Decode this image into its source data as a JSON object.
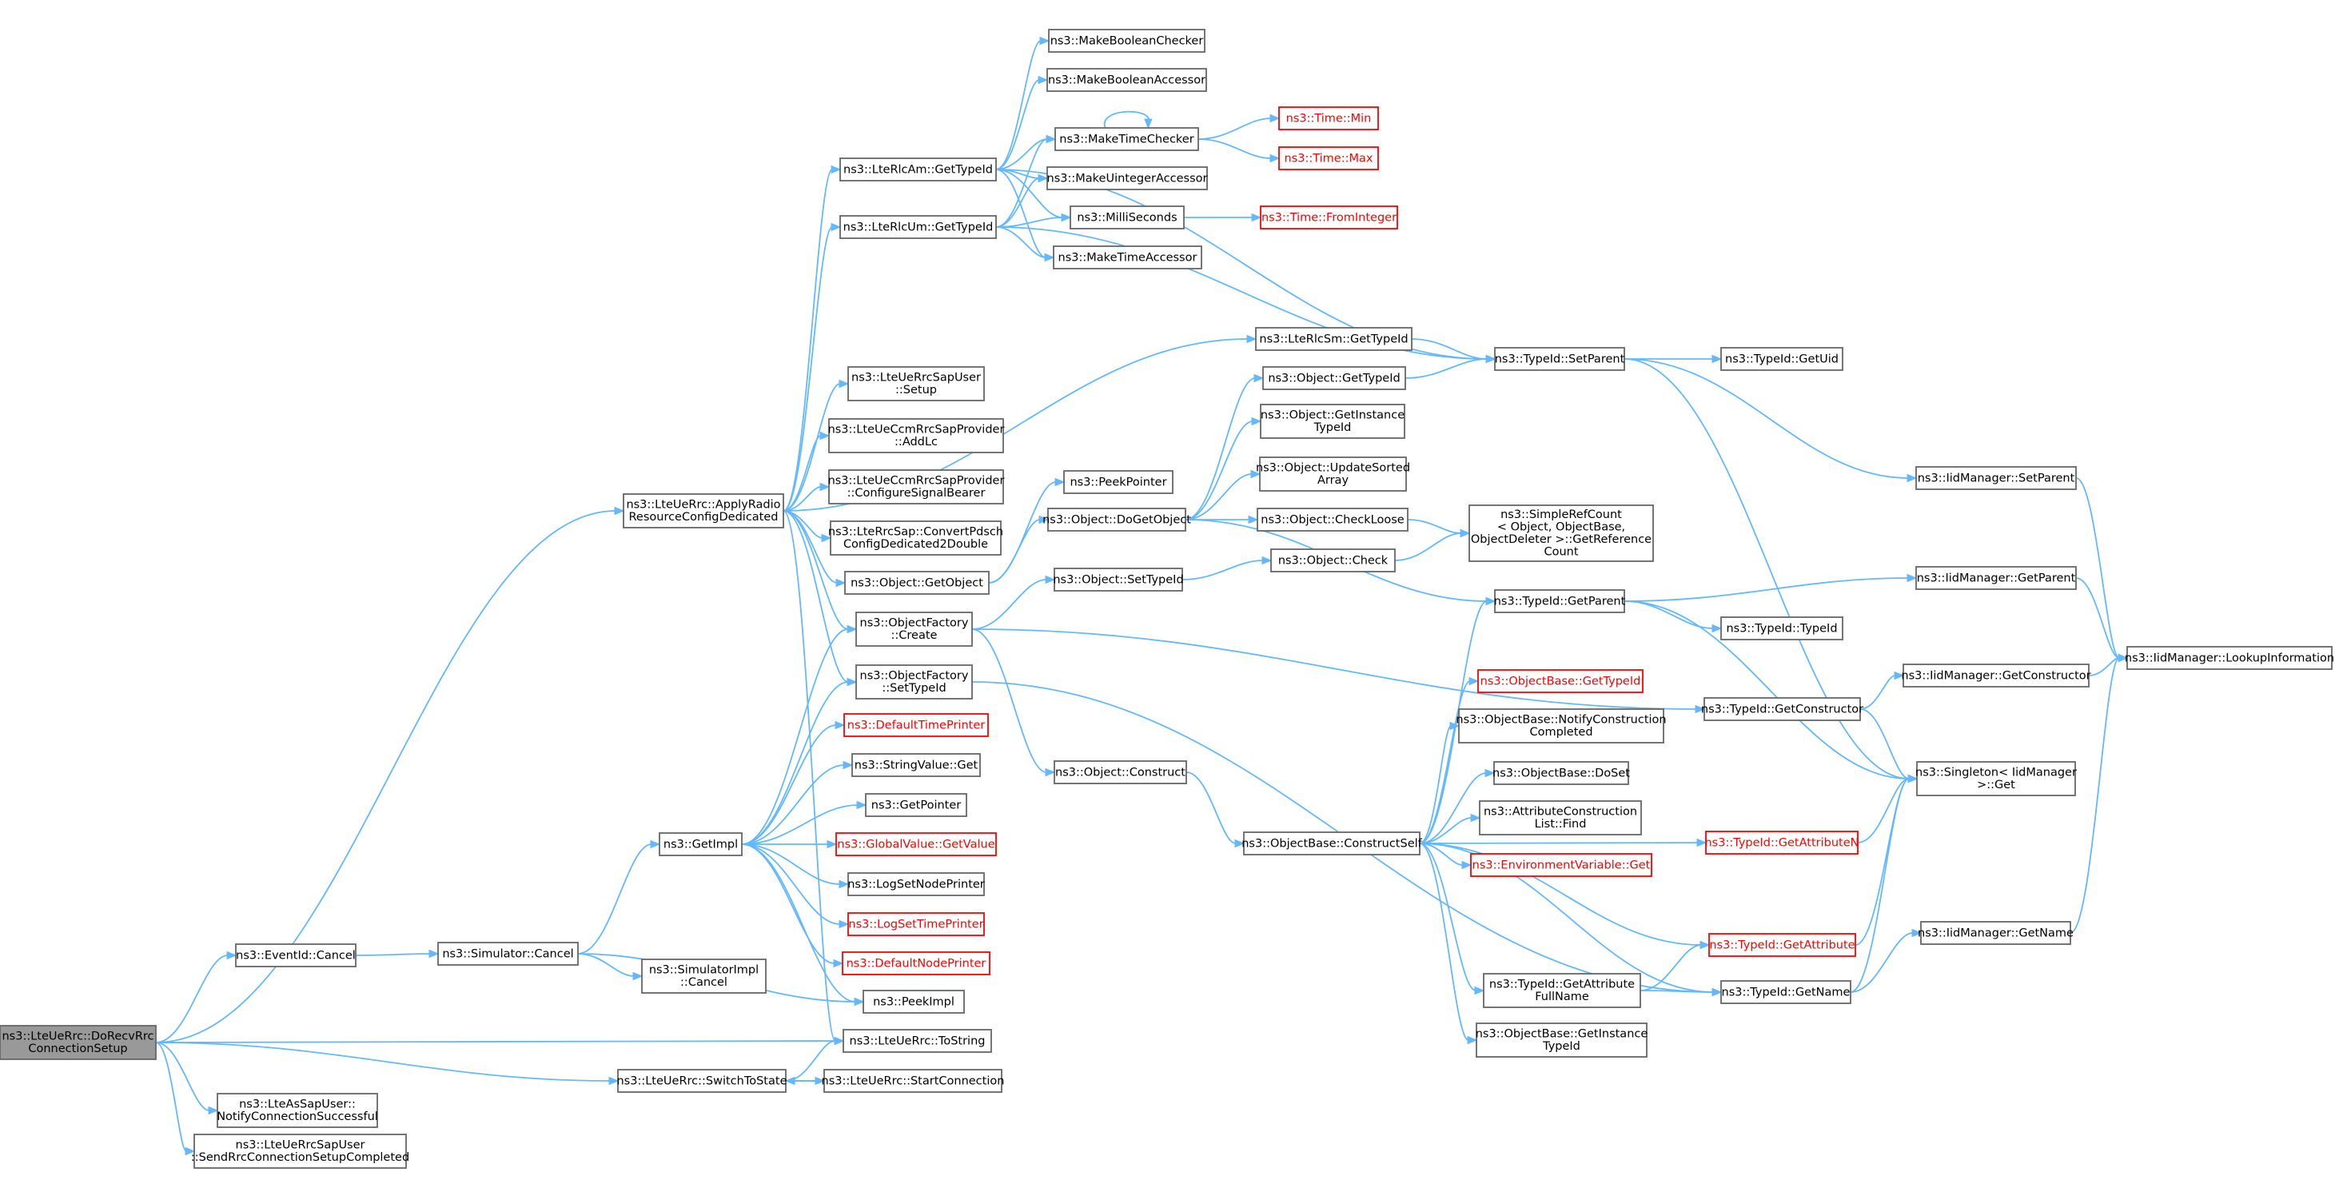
{
  "colors": {
    "edge": "#63b8ff",
    "node_border": "#666666",
    "root_fill": "#999999",
    "truncated_border": "#ff0000"
  },
  "nodes": [
    {
      "id": "DoRecv",
      "lines": [
        "ns3::LteUeRrc::DoRecvRrc",
        "ConnectionSetup"
      ],
      "root": true
    },
    {
      "id": "ApplyRadio",
      "lines": [
        "ns3::LteUeRrc::ApplyRadio",
        "ResourceConfigDedicated"
      ]
    },
    {
      "id": "EventIdCancel",
      "lines": [
        "ns3::EventId::Cancel"
      ]
    },
    {
      "id": "ToString",
      "lines": [
        "ns3::LteUeRrc::ToString"
      ]
    },
    {
      "id": "SwitchToState",
      "lines": [
        "ns3::LteUeRrc::SwitchToState"
      ]
    },
    {
      "id": "AsSapUser",
      "lines": [
        "ns3::LteAsSapUser::",
        "NotifyConnectionSuccessful"
      ]
    },
    {
      "id": "SapUserSend",
      "lines": [
        "ns3::LteUeRrcSapUser",
        "::SendRrcConnectionSetupCompleted"
      ]
    },
    {
      "id": "RlcAmGetTypeId",
      "lines": [
        "ns3::LteRlcAm::GetTypeId"
      ]
    },
    {
      "id": "RlcUmGetTypeId",
      "lines": [
        "ns3::LteRlcUm::GetTypeId"
      ]
    },
    {
      "id": "RlcSmGetTypeId",
      "lines": [
        "ns3::LteRlcSm::GetTypeId"
      ]
    },
    {
      "id": "SapUserSetup",
      "lines": [
        "ns3::LteUeRrcSapUser",
        "::Setup"
      ]
    },
    {
      "id": "CcmAddLc",
      "lines": [
        "ns3::LteUeCcmRrcSapProvider",
        "::AddLc"
      ]
    },
    {
      "id": "CcmConfigure",
      "lines": [
        "ns3::LteUeCcmRrcSapProvider",
        "::ConfigureSignalBearer"
      ]
    },
    {
      "id": "ConvertPdsch",
      "lines": [
        "ns3::LteRrcSap::ConvertPdsch",
        "ConfigDedicated2Double"
      ]
    },
    {
      "id": "GetObject",
      "lines": [
        "ns3::Object::GetObject"
      ]
    },
    {
      "id": "OFCreate",
      "lines": [
        "ns3::ObjectFactory",
        "::Create"
      ]
    },
    {
      "id": "OFSetTypeId",
      "lines": [
        "ns3::ObjectFactory",
        "::SetTypeId"
      ]
    },
    {
      "id": "PeekImpl",
      "lines": [
        "ns3::PeekImpl"
      ]
    },
    {
      "id": "SimCancel",
      "lines": [
        "ns3::Simulator::Cancel"
      ]
    },
    {
      "id": "SimImplCancel",
      "lines": [
        "ns3::SimulatorImpl",
        "::Cancel"
      ]
    },
    {
      "id": "GetImpl",
      "lines": [
        "ns3::GetImpl"
      ]
    },
    {
      "id": "DefaultTimePrinter",
      "lines": [
        "ns3::DefaultTimePrinter"
      ],
      "truncated": true
    },
    {
      "id": "StringValueGet",
      "lines": [
        "ns3::StringValue::Get"
      ]
    },
    {
      "id": "GetPointer",
      "lines": [
        "ns3::GetPointer"
      ]
    },
    {
      "id": "GlobalValueGetValue",
      "lines": [
        "ns3::GlobalValue::GetValue"
      ],
      "truncated": true
    },
    {
      "id": "LogSetNodePrinter",
      "lines": [
        "ns3::LogSetNodePrinter"
      ]
    },
    {
      "id": "LogSetTimePrinter",
      "lines": [
        "ns3::LogSetTimePrinter"
      ],
      "truncated": true
    },
    {
      "id": "DefaultNodePrinter",
      "lines": [
        "ns3::DefaultNodePrinter"
      ],
      "truncated": true
    },
    {
      "id": "StartConnection",
      "lines": [
        "ns3::LteUeRrc::StartConnection"
      ]
    },
    {
      "id": "MakeBooleanChecker",
      "lines": [
        "ns3::MakeBooleanChecker"
      ]
    },
    {
      "id": "MakeBooleanAccessor",
      "lines": [
        "ns3::MakeBooleanAccessor"
      ]
    },
    {
      "id": "MakeTimeChecker",
      "lines": [
        "ns3::MakeTimeChecker"
      ]
    },
    {
      "id": "MakeUintegerAccessor",
      "lines": [
        "ns3::MakeUintegerAccessor"
      ]
    },
    {
      "id": "MilliSeconds",
      "lines": [
        "ns3::MilliSeconds"
      ]
    },
    {
      "id": "MakeTimeAccessor",
      "lines": [
        "ns3::MakeTimeAccessor"
      ]
    },
    {
      "id": "TimeMin",
      "lines": [
        "ns3::Time::Min"
      ],
      "truncated": true
    },
    {
      "id": "TimeMax",
      "lines": [
        "ns3::Time::Max"
      ],
      "truncated": true
    },
    {
      "id": "TimeFromInteger",
      "lines": [
        "ns3::Time::FromInteger"
      ],
      "truncated": true
    },
    {
      "id": "ObjectGetTypeId",
      "lines": [
        "ns3::Object::GetTypeId"
      ]
    },
    {
      "id": "ObjectGetInstanceTypeId",
      "lines": [
        "ns3::Object::GetInstance",
        "TypeId"
      ]
    },
    {
      "id": "ObjectUpdateSorted",
      "lines": [
        "ns3::Object::UpdateSorted",
        "Array"
      ]
    },
    {
      "id": "PeekPointer",
      "lines": [
        "ns3::PeekPointer"
      ]
    },
    {
      "id": "DoGetObject",
      "lines": [
        "ns3::Object::DoGetObject"
      ]
    },
    {
      "id": "CheckLoose",
      "lines": [
        "ns3::Object::CheckLoose"
      ]
    },
    {
      "id": "Check",
      "lines": [
        "ns3::Object::Check"
      ]
    },
    {
      "id": "ObjectSetTypeId",
      "lines": [
        "ns3::Object::SetTypeId"
      ]
    },
    {
      "id": "ObjectConstruct",
      "lines": [
        "ns3::Object::Construct"
      ]
    },
    {
      "id": "ConstructSelf",
      "lines": [
        "ns3::ObjectBase::ConstructSelf"
      ]
    },
    {
      "id": "ObjectBaseGetTypeId",
      "lines": [
        "ns3::ObjectBase::GetTypeId"
      ],
      "truncated": true
    },
    {
      "id": "NotifyConstruction",
      "lines": [
        "ns3::ObjectBase::NotifyConstruction",
        "Completed"
      ]
    },
    {
      "id": "DoSet",
      "lines": [
        "ns3::ObjectBase::DoSet"
      ]
    },
    {
      "id": "AttrListFind",
      "lines": [
        "ns3::AttributeConstruction",
        "List::Find"
      ]
    },
    {
      "id": "EnvGet",
      "lines": [
        "ns3::EnvironmentVariable::Get"
      ],
      "truncated": true
    },
    {
      "id": "GetAttrFullName",
      "lines": [
        "ns3::TypeId::GetAttribute",
        "FullName"
      ]
    },
    {
      "id": "ObjectBaseGetInstanceTypeId",
      "lines": [
        "ns3::ObjectBase::GetInstance",
        "TypeId"
      ]
    },
    {
      "id": "SimpleRefCount",
      "lines": [
        "ns3::SimpleRefCount",
        "< Object, ObjectBase,",
        "ObjectDeleter >::GetReference",
        "Count"
      ]
    },
    {
      "id": "TypeIdSetParent",
      "lines": [
        "ns3::TypeId::SetParent"
      ]
    },
    {
      "id": "TypeIdGetParent",
      "lines": [
        "ns3::TypeId::GetParent"
      ]
    },
    {
      "id": "TypeIdTypeId",
      "lines": [
        "ns3::TypeId::TypeId"
      ]
    },
    {
      "id": "TypeIdGetConstructor",
      "lines": [
        "ns3::TypeId::GetConstructor"
      ]
    },
    {
      "id": "TypeIdGetAttributeN",
      "lines": [
        "ns3::TypeId::GetAttributeN"
      ],
      "truncated": true
    },
    {
      "id": "TypeIdGetAttribute",
      "lines": [
        "ns3::TypeId::GetAttribute"
      ],
      "truncated": true
    },
    {
      "id": "TypeIdGetName",
      "lines": [
        "ns3::TypeId::GetName"
      ]
    },
    {
      "id": "TypeIdGetUid",
      "lines": [
        "ns3::TypeId::GetUid"
      ]
    },
    {
      "id": "IidSetParent",
      "lines": [
        "ns3::IidManager::SetParent"
      ]
    },
    {
      "id": "IidGetParent",
      "lines": [
        "ns3::IidManager::GetParent"
      ]
    },
    {
      "id": "IidGetConstructor",
      "lines": [
        "ns3::IidManager::GetConstructor"
      ]
    },
    {
      "id": "SingletonGet",
      "lines": [
        "ns3::Singleton< IidManager",
        ">::Get"
      ]
    },
    {
      "id": "IidGetName",
      "lines": [
        "ns3::IidManager::GetName"
      ]
    },
    {
      "id": "IidLookup",
      "lines": [
        "ns3::IidManager::LookupInformation"
      ]
    }
  ],
  "edges": [
    [
      "DoRecv",
      "ApplyRadio"
    ],
    [
      "DoRecv",
      "EventIdCancel"
    ],
    [
      "DoRecv",
      "ToString"
    ],
    [
      "DoRecv",
      "SwitchToState"
    ],
    [
      "DoRecv",
      "AsSapUser"
    ],
    [
      "DoRecv",
      "SapUserSend"
    ],
    [
      "ApplyRadio",
      "RlcAmGetTypeId"
    ],
    [
      "ApplyRadio",
      "RlcUmGetTypeId"
    ],
    [
      "ApplyRadio",
      "RlcSmGetTypeId"
    ],
    [
      "ApplyRadio",
      "SapUserSetup"
    ],
    [
      "ApplyRadio",
      "CcmAddLc"
    ],
    [
      "ApplyRadio",
      "CcmConfigure"
    ],
    [
      "ApplyRadio",
      "ConvertPdsch"
    ],
    [
      "ApplyRadio",
      "GetObject"
    ],
    [
      "ApplyRadio",
      "OFCreate"
    ],
    [
      "ApplyRadio",
      "OFSetTypeId"
    ],
    [
      "ApplyRadio",
      "ToString"
    ],
    [
      "EventIdCancel",
      "SimCancel"
    ],
    [
      "SimCancel",
      "SimImplCancel"
    ],
    [
      "SimCancel",
      "GetImpl"
    ],
    [
      "SimCancel",
      "PeekImpl"
    ],
    [
      "GetImpl",
      "OFCreate"
    ],
    [
      "GetImpl",
      "OFSetTypeId"
    ],
    [
      "GetImpl",
      "DefaultTimePrinter"
    ],
    [
      "GetImpl",
      "StringValueGet"
    ],
    [
      "GetImpl",
      "GetPointer"
    ],
    [
      "GetImpl",
      "GlobalValueGetValue"
    ],
    [
      "GetImpl",
      "LogSetNodePrinter"
    ],
    [
      "GetImpl",
      "LogSetTimePrinter"
    ],
    [
      "GetImpl",
      "DefaultNodePrinter"
    ],
    [
      "GetImpl",
      "PeekImpl"
    ],
    [
      "SwitchToState",
      "ToString"
    ],
    [
      "SwitchToState",
      "StartConnection"
    ],
    [
      "StartConnection",
      "SwitchToState"
    ],
    [
      "RlcAmGetTypeId",
      "MakeBooleanChecker"
    ],
    [
      "RlcAmGetTypeId",
      "MakeBooleanAccessor"
    ],
    [
      "RlcAmGetTypeId",
      "MakeTimeChecker"
    ],
    [
      "RlcAmGetTypeId",
      "MakeUintegerAccessor"
    ],
    [
      "RlcAmGetTypeId",
      "MilliSeconds"
    ],
    [
      "RlcAmGetTypeId",
      "MakeTimeAccessor"
    ],
    [
      "RlcAmGetTypeId",
      "TypeIdSetParent"
    ],
    [
      "RlcUmGetTypeId",
      "MakeTimeChecker"
    ],
    [
      "RlcUmGetTypeId",
      "MakeUintegerAccessor"
    ],
    [
      "RlcUmGetTypeId",
      "MilliSeconds"
    ],
    [
      "RlcUmGetTypeId",
      "MakeTimeAccessor"
    ],
    [
      "RlcUmGetTypeId",
      "TypeIdSetParent"
    ],
    [
      "MakeTimeChecker",
      "MakeTimeChecker"
    ],
    [
      "MakeTimeChecker",
      "TimeMin"
    ],
    [
      "MakeTimeChecker",
      "TimeMax"
    ],
    [
      "MilliSeconds",
      "TimeFromInteger"
    ],
    [
      "RlcSmGetTypeId",
      "TypeIdSetParent"
    ],
    [
      "GetObject",
      "PeekPointer"
    ],
    [
      "GetObject",
      "DoGetObject"
    ],
    [
      "DoGetObject",
      "ObjectGetTypeId"
    ],
    [
      "DoGetObject",
      "ObjectGetInstanceTypeId"
    ],
    [
      "DoGetObject",
      "ObjectUpdateSorted"
    ],
    [
      "DoGetObject",
      "CheckLoose"
    ],
    [
      "DoGetObject",
      "TypeIdGetParent"
    ],
    [
      "ObjectGetTypeId",
      "TypeIdSetParent"
    ],
    [
      "CheckLoose",
      "SimpleRefCount"
    ],
    [
      "Check",
      "SimpleRefCount"
    ],
    [
      "OFCreate",
      "ObjectSetTypeId"
    ],
    [
      "OFCreate",
      "ObjectConstruct"
    ],
    [
      "OFCreate",
      "TypeIdGetConstructor"
    ],
    [
      "ObjectSetTypeId",
      "Check"
    ],
    [
      "OFSetTypeId",
      "TypeIdGetName"
    ],
    [
      "ObjectConstruct",
      "ConstructSelf"
    ],
    [
      "ConstructSelf",
      "TypeIdGetParent"
    ],
    [
      "ConstructSelf",
      "ObjectBaseGetTypeId"
    ],
    [
      "ConstructSelf",
      "NotifyConstruction"
    ],
    [
      "ConstructSelf",
      "DoSet"
    ],
    [
      "ConstructSelf",
      "AttrListFind"
    ],
    [
      "ConstructSelf",
      "EnvGet"
    ],
    [
      "ConstructSelf",
      "TypeIdGetAttributeN"
    ],
    [
      "ConstructSelf",
      "TypeIdGetAttribute"
    ],
    [
      "ConstructSelf",
      "GetAttrFullName"
    ],
    [
      "ConstructSelf",
      "ObjectBaseGetInstanceTypeId"
    ],
    [
      "ConstructSelf",
      "TypeIdGetName"
    ],
    [
      "GetAttrFullName",
      "TypeIdGetAttribute"
    ],
    [
      "GetAttrFullName",
      "TypeIdGetName"
    ],
    [
      "TypeIdSetParent",
      "TypeIdGetUid"
    ],
    [
      "TypeIdSetParent",
      "IidSetParent"
    ],
    [
      "TypeIdSetParent",
      "SingletonGet"
    ],
    [
      "TypeIdGetParent",
      "TypeIdTypeId"
    ],
    [
      "TypeIdGetParent",
      "IidGetParent"
    ],
    [
      "TypeIdGetParent",
      "SingletonGet"
    ],
    [
      "TypeIdGetConstructor",
      "IidGetConstructor"
    ],
    [
      "TypeIdGetConstructor",
      "SingletonGet"
    ],
    [
      "TypeIdGetAttributeN",
      "SingletonGet"
    ],
    [
      "TypeIdGetAttribute",
      "SingletonGet"
    ],
    [
      "TypeIdGetName",
      "SingletonGet"
    ],
    [
      "TypeIdGetName",
      "IidGetName"
    ],
    [
      "IidSetParent",
      "IidLookup"
    ],
    [
      "IidGetParent",
      "IidLookup"
    ],
    [
      "IidGetConstructor",
      "IidLookup"
    ],
    [
      "IidGetName",
      "IidLookup"
    ]
  ]
}
